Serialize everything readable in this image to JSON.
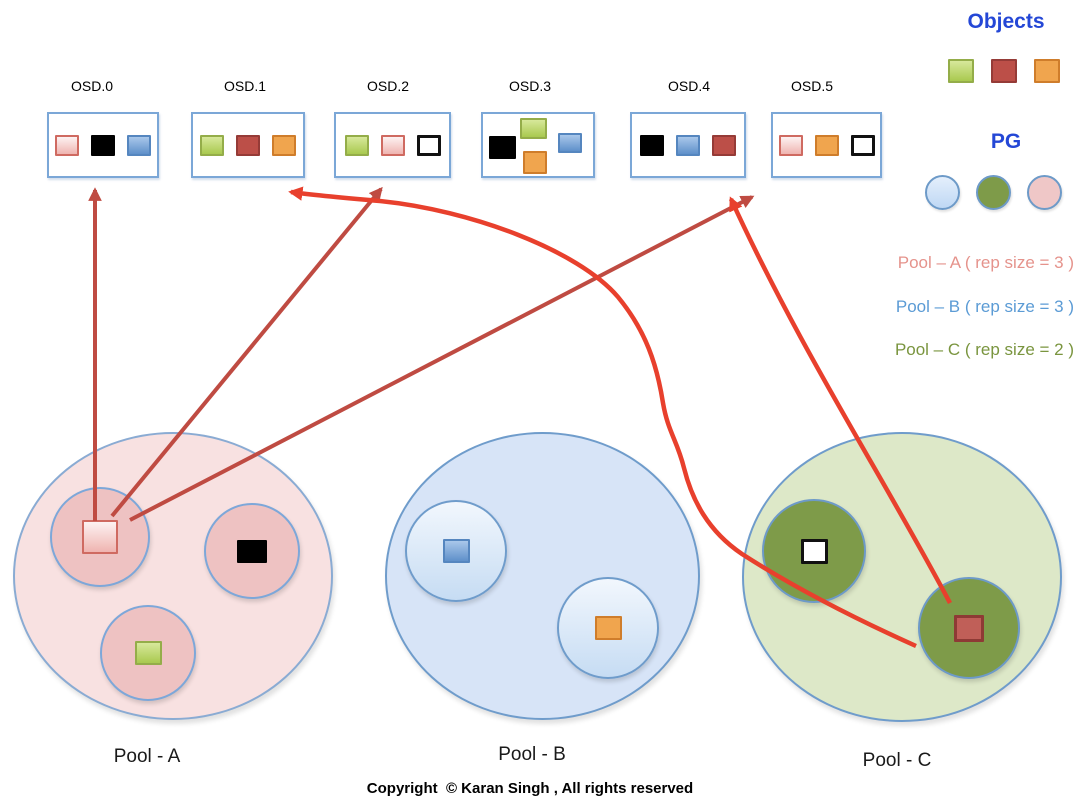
{
  "osds": [
    {
      "label": "OSD.0",
      "objects": [
        "pink",
        "black",
        "blue"
      ]
    },
    {
      "label": "OSD.1",
      "objects": [
        "green",
        "red",
        "orange"
      ]
    },
    {
      "label": "OSD.2",
      "objects": [
        "green",
        "pink",
        "white"
      ]
    },
    {
      "label": "OSD.3",
      "objects": [
        "black",
        "green",
        "blue",
        "orange"
      ]
    },
    {
      "label": "OSD.4",
      "objects": [
        "black",
        "blue",
        "red"
      ]
    },
    {
      "label": "OSD.5",
      "objects": [
        "pink",
        "orange",
        "white"
      ]
    }
  ],
  "legend": {
    "objects_title": "Objects",
    "objects_colors": [
      "green",
      "red",
      "orange"
    ],
    "pg_title": "PG",
    "pg_colors": [
      "blue",
      "olive",
      "pink"
    ],
    "pool_labels": [
      {
        "text": "Pool – A ( rep size = 3 )",
        "color": "#e5938c"
      },
      {
        "text": "Pool – B ( rep size = 3 )",
        "color": "#5b9bd5"
      },
      {
        "text": "Pool – C ( rep size = 2 )",
        "color": "#7a953f"
      }
    ]
  },
  "pools": [
    {
      "name": "Pool - A",
      "pgs": [
        {
          "objects": [
            "pink"
          ]
        },
        {
          "objects": [
            "black"
          ]
        },
        {
          "objects": [
            "green"
          ]
        }
      ]
    },
    {
      "name": "Pool - B",
      "pgs": [
        {
          "objects": [
            "blue"
          ]
        },
        {
          "objects": [
            "orange"
          ]
        }
      ]
    },
    {
      "name": "Pool - C",
      "pgs": [
        {
          "objects": [
            "white"
          ]
        },
        {
          "objects": [
            "red"
          ]
        }
      ]
    }
  ],
  "arrows": [
    {
      "from": "pool-a-pink-pg",
      "to": "OSD.0",
      "color": "#bf4b42"
    },
    {
      "from": "pool-a-pink-pg",
      "to": "OSD.2",
      "color": "#bf4b42"
    },
    {
      "from": "pool-a-pink-pg",
      "to": "OSD.5",
      "color": "#bf4b42"
    },
    {
      "from": "pool-c-red-pg",
      "to": "OSD.1",
      "color": "#e8402d"
    },
    {
      "from": "pool-c-red-pg",
      "to": "OSD.4",
      "color": "#e8402d"
    }
  ],
  "footer": "Copyright  © Karan Singh , All rights reserved",
  "palette": {
    "legend_title_blue": "#2447d6",
    "object_pink": "#efb4b0",
    "object_black": "#000000",
    "object_blue": "#5f90ca",
    "object_green": "#a9c94f",
    "object_red": "#bc4f48",
    "object_orange": "#f0a54e",
    "object_white": "#ffffff",
    "pool_a_fill": "#f8e1e1",
    "pool_b_fill": "#d7e4f7",
    "pool_c_fill": "#dde8c8",
    "pg_pink_fill": "#eec2c2",
    "pg_blue_fill": "#dcebfa",
    "pg_olive_fill": "#7e9b49",
    "circle_border_blue": "#7da7d9",
    "arrow_dark_red": "#bf4b42",
    "arrow_bright_red": "#e8402d"
  }
}
